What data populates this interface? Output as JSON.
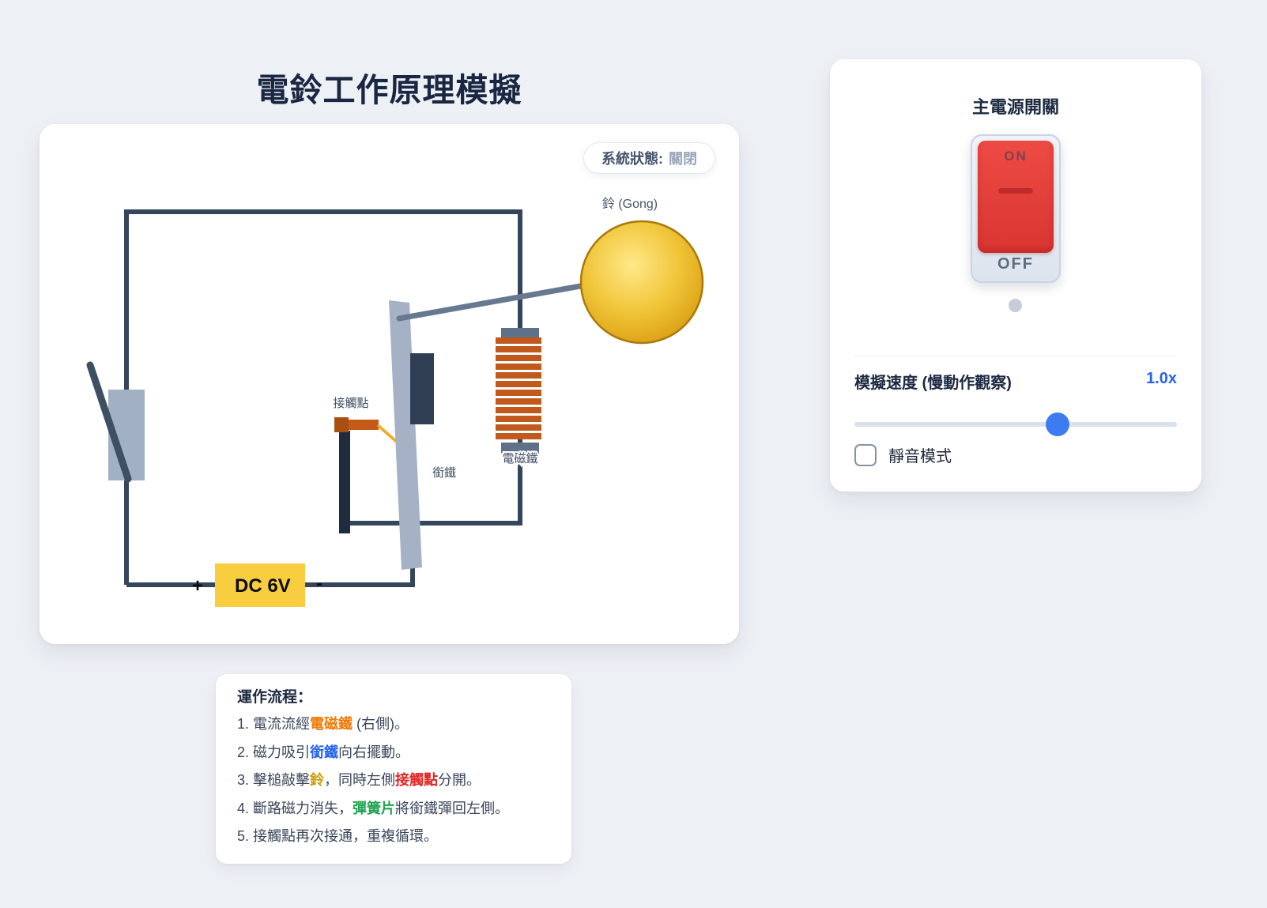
{
  "page": {
    "title": "電鈴工作原理模擬",
    "background": "#edf0f5"
  },
  "status": {
    "label": "系統狀態:",
    "value": "關閉"
  },
  "diagram": {
    "labels": {
      "gong": "鈴 (Gong)",
      "contact_point": "接觸點",
      "armature": "銜鐵",
      "electromagnet": "電磁鐵",
      "battery": "DC 6V",
      "battery_positive": "+",
      "battery_negative": "-"
    },
    "colors": {
      "wire": "#35455c",
      "switch_body": "#a2b0c3",
      "switch_lever": "#3e4e63",
      "battery_body": "#f8cd3f",
      "contact_post": "#1f2c3d",
      "contact_tip": "#a94f12",
      "contact_bar": "#c45a17",
      "spring_wire": "#f6a623",
      "armature": "#a5b2c5",
      "armature_iron": "#2f3e52",
      "coil": "#c2591c",
      "coil_core": "#5f7189",
      "hammer_rod": "#67798f",
      "gong_highlight": "#ffe98a",
      "gong_base": "#e0a616",
      "gong_edge": "#b07c0c"
    }
  },
  "controls": {
    "power_switch": {
      "title": "主電源開關",
      "on_label": "ON",
      "off_label": "OFF",
      "state": "off",
      "accent_color": "#e04038"
    },
    "speed": {
      "label": "模擬速度 (慢動作觀察)",
      "value": "1.0x",
      "slider_percent": 63,
      "accent_color": "#2563eb"
    },
    "mute": {
      "label": "靜音模式",
      "checked": false
    }
  },
  "instructions": {
    "title": "運作流程：",
    "highlight_colors": {
      "electromagnet": "#ef7b09",
      "armature": "#2563eb",
      "bell": "#c99e06",
      "contact": "#e12626",
      "spring": "#21a452"
    },
    "steps": [
      {
        "segments": [
          {
            "text": "1. 電流流經"
          },
          {
            "text": "電磁鐵",
            "highlight": "electromagnet"
          },
          {
            "text": " (右側)。"
          }
        ]
      },
      {
        "segments": [
          {
            "text": "2. 磁力吸引"
          },
          {
            "text": "銜鐵",
            "highlight": "armature"
          },
          {
            "text": "向右擺動。"
          }
        ]
      },
      {
        "segments": [
          {
            "text": "3. 擊槌敲擊"
          },
          {
            "text": "鈴",
            "highlight": "bell"
          },
          {
            "text": "，同時左側"
          },
          {
            "text": "接觸點",
            "highlight": "contact"
          },
          {
            "text": "分開。"
          }
        ]
      },
      {
        "segments": [
          {
            "text": "4. 斷路磁力消失，"
          },
          {
            "text": "彈簧片",
            "highlight": "spring"
          },
          {
            "text": "將銜鐵彈回左側。"
          }
        ]
      },
      {
        "segments": [
          {
            "text": "5. 接觸點再次接通，重複循環。"
          }
        ]
      }
    ]
  }
}
